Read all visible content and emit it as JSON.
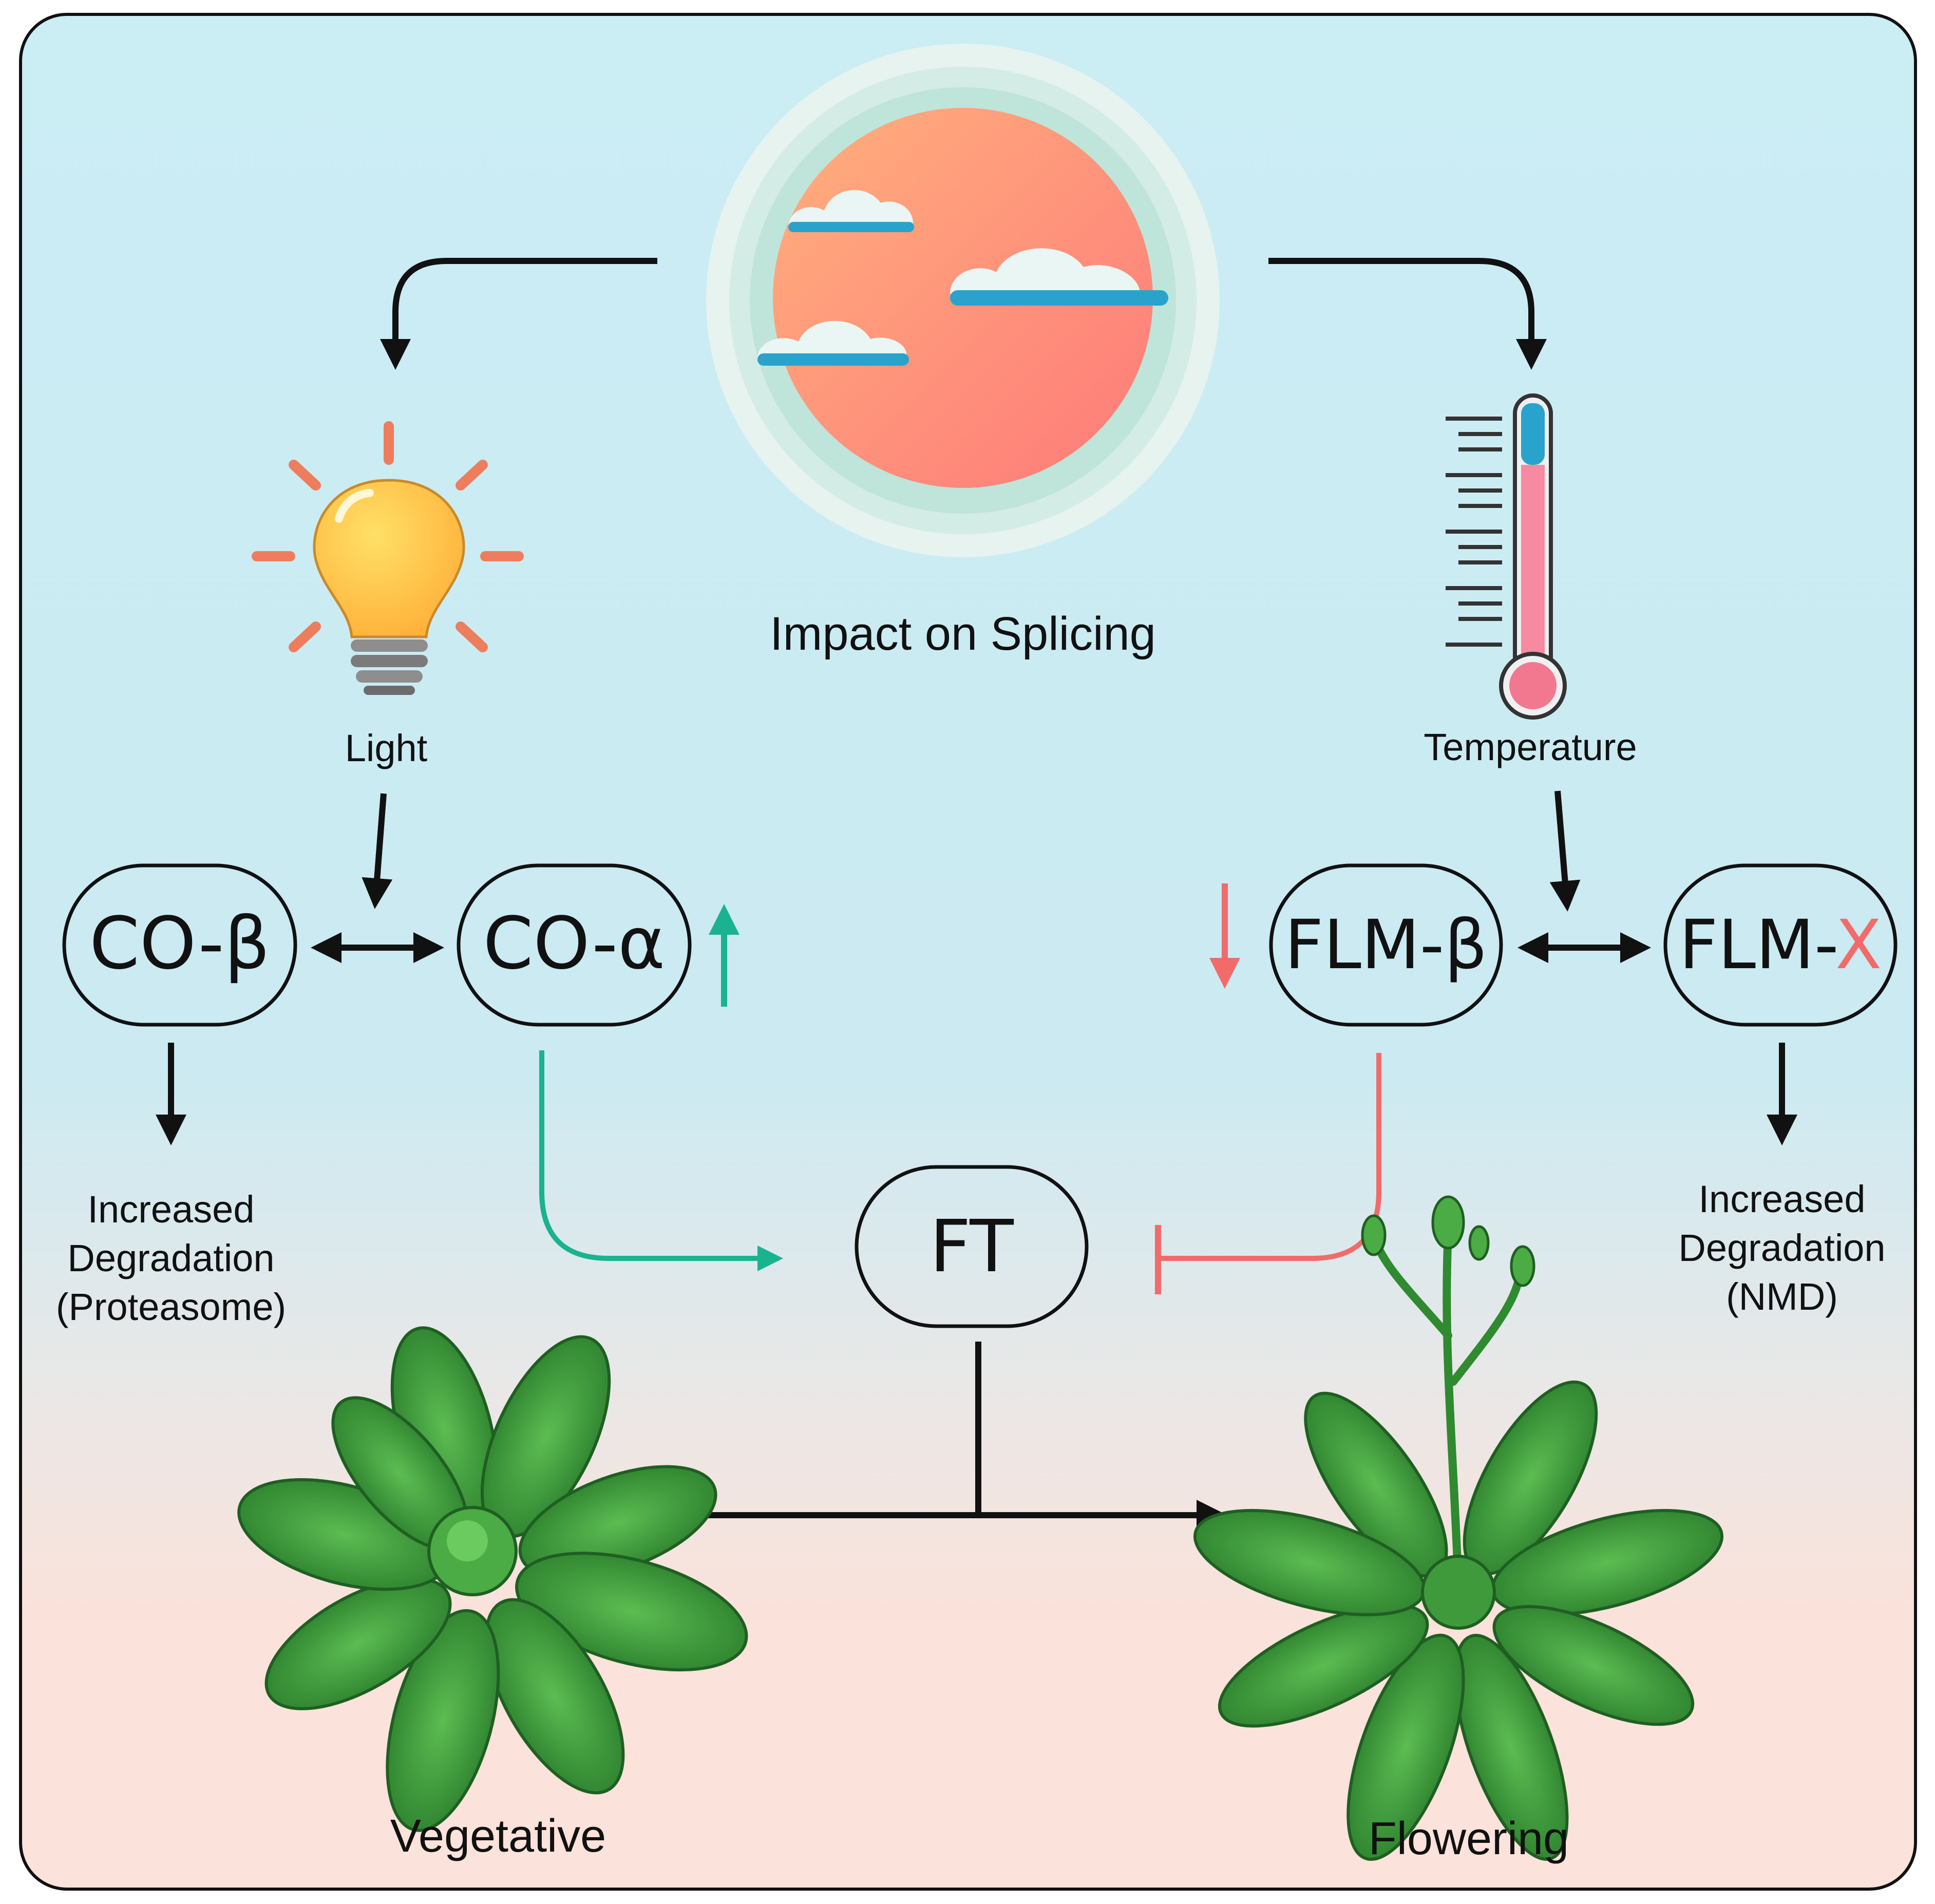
{
  "header": {
    "title": "Impact on Splicing"
  },
  "inputs": {
    "light": {
      "label": "Light",
      "icon": "lightbulb-icon"
    },
    "temperature": {
      "label": "Temperature",
      "icon": "thermometer-icon"
    }
  },
  "nodes": {
    "co_beta": {
      "prefix": "CO-",
      "suffix": "β"
    },
    "co_alpha": {
      "prefix": "CO-",
      "suffix": "α"
    },
    "flm_beta": {
      "prefix": "FLM-",
      "suffix": "β"
    },
    "flm_x": {
      "prefix": "FLM-",
      "suffix": "X"
    },
    "ft": {
      "label": "FT"
    }
  },
  "outcomes": {
    "co_beta": [
      "Increased",
      "Degradation",
      "(Proteasome)"
    ],
    "flm_x": [
      "Increased",
      "Degradation",
      "(NMD)"
    ]
  },
  "states": {
    "vegetative": "Vegetative",
    "flowering": "Flowering"
  },
  "colors": {
    "background_top": "#cbedf4",
    "background_mid": "#e7e8e8",
    "background_bottom": "#fbe2da",
    "activation": "#19b38f",
    "repression": "#f26b6b",
    "flm_x_accent": "#f26b6b",
    "sun": "#fe8a7a",
    "cloud_shadow": "#2aa3cc",
    "plant": "#3f9a3c"
  }
}
